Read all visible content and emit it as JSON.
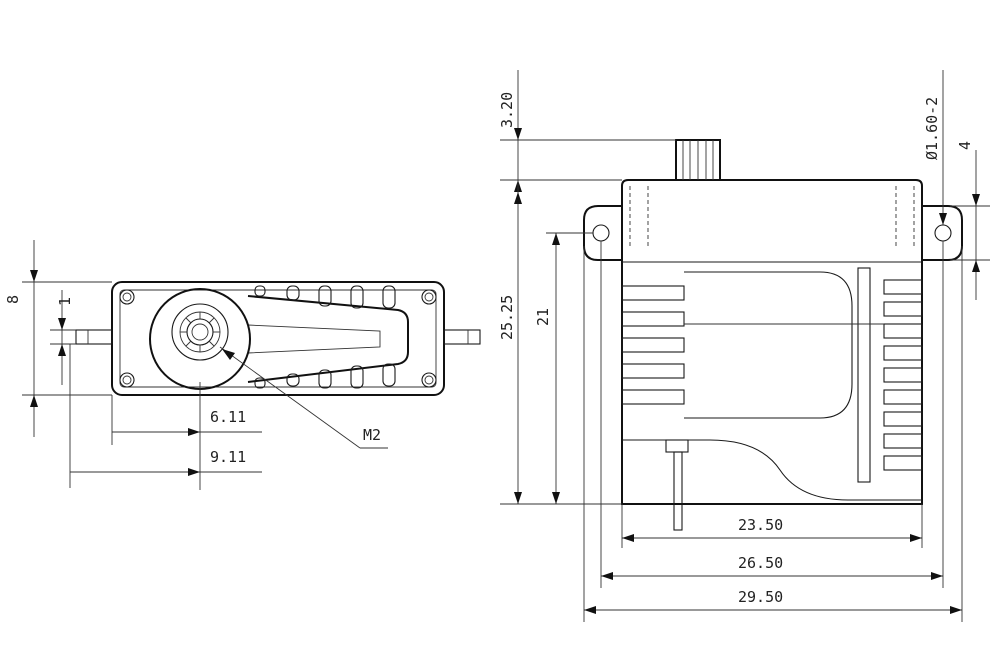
{
  "labels": {
    "top_view": {
      "dim_height": "8",
      "dim_small": "1",
      "dim_6_11": "6.11",
      "dim_9_11": "9.11",
      "screw": "M2"
    },
    "side_view": {
      "dim_3_20": "3.20",
      "dim_hole": "Ø1.60-2",
      "dim_4": "4",
      "dim_25_25": "25.25",
      "dim_21": "21",
      "dim_23_50": "23.50",
      "dim_26_50": "26.50",
      "dim_29_50": "29.50"
    }
  },
  "colors": {
    "line": "#1a1a1a",
    "text": "#222222",
    "background": "#ffffff"
  }
}
